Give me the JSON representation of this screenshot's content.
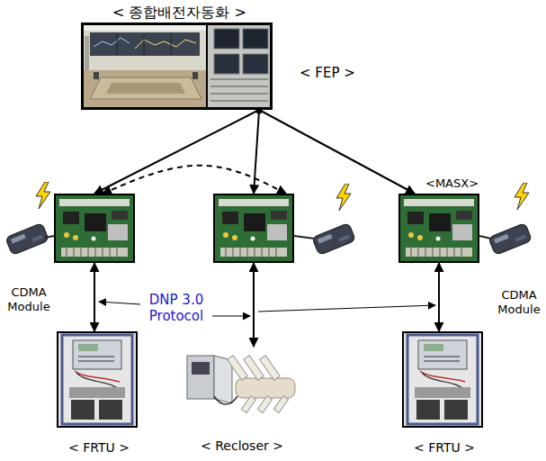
{
  "diagram": {
    "nodes": [
      {
        "text": [
          "< 종합배전자동화 >",
          "< FEP >"
        ]
      },
      {
        "text": [
          "CDMA Module"
        ]
      },
      {
        "text": []
      },
      {
        "text": [
          "<MASX>",
          "CDMA Module"
        ]
      },
      {
        "text": [
          "< FRTU >"
        ]
      },
      {
        "text": [
          "< Recloser >"
        ]
      },
      {
        "text": [
          "< FRTU >"
        ]
      }
    ],
    "edges": [
      {
        "from": 0,
        "to": 1,
        "arrow": "to"
      },
      {
        "from": 0,
        "to": 2,
        "arrow": "to"
      },
      {
        "from": 0,
        "to": 3,
        "arrow": "to"
      },
      {
        "from": 1,
        "to": 2,
        "arrow": "both"
      },
      {
        "from": 1,
        "to": 4,
        "arrow": "both"
      },
      {
        "from": 2,
        "to": 5,
        "arrow": "both"
      },
      {
        "from": 3,
        "to": 6,
        "arrow": "both"
      }
    ],
    "labels": [
      "DNP 3.0 Protocol"
    ]
  }
}
